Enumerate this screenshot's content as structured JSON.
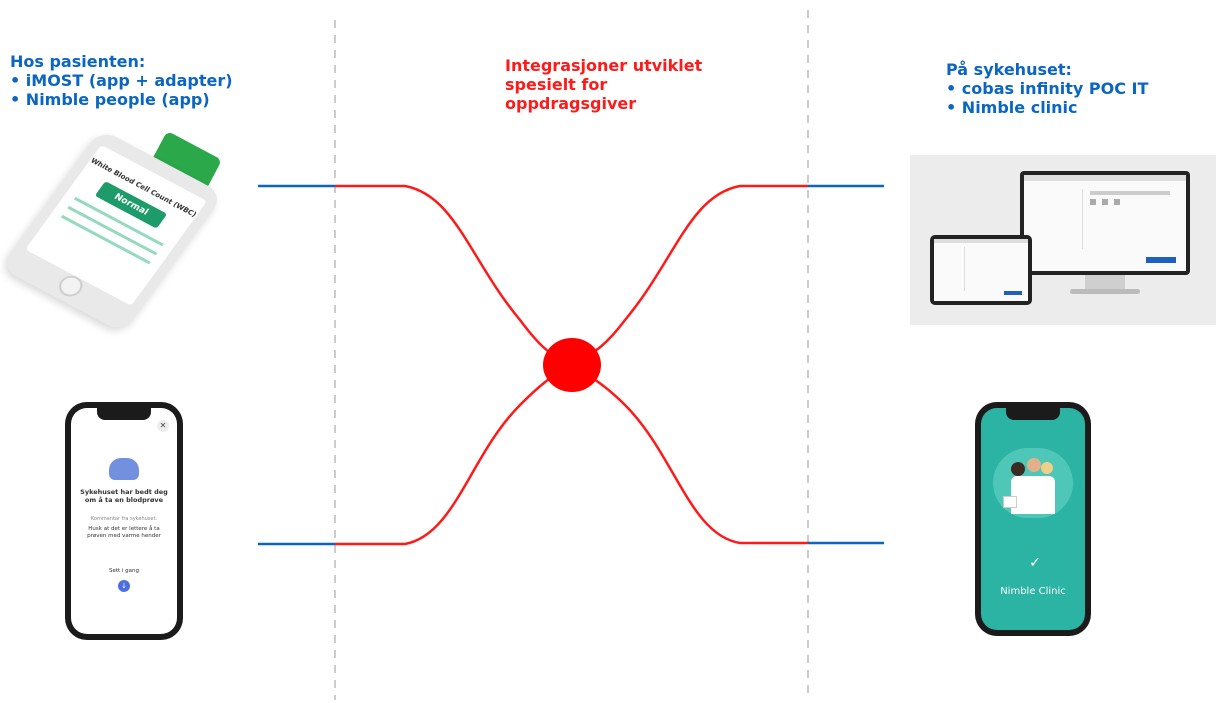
{
  "left": {
    "heading": "Hos pasienten:",
    "items": [
      "• iMOST (app + adapter)",
      "• Nimble people (app)"
    ]
  },
  "center": {
    "lines": [
      "Integrasjoner utviklet",
      "spesielt for",
      "oppdragsgiver"
    ]
  },
  "right": {
    "heading": "På sykehuset:",
    "items": [
      "• cobas infinity POC IT",
      "• Nimble clinic"
    ]
  },
  "device_imost": {
    "title": "White Blood Cell Count (WBC)",
    "status": "Normal"
  },
  "device_people": {
    "message": "Sykehuset har bedt deg om å ta en blodprøve",
    "sub": "Kommentar fra sykehuset:",
    "note": "Husk at det er lettere å ta prøven med varme hender",
    "cta": "Sett i gang"
  },
  "device_clinic": {
    "label": "Nimble Clinic"
  },
  "colors": {
    "blue": "#0a66c2",
    "red": "#ff1a1a",
    "teal": "#2bb3a3"
  }
}
